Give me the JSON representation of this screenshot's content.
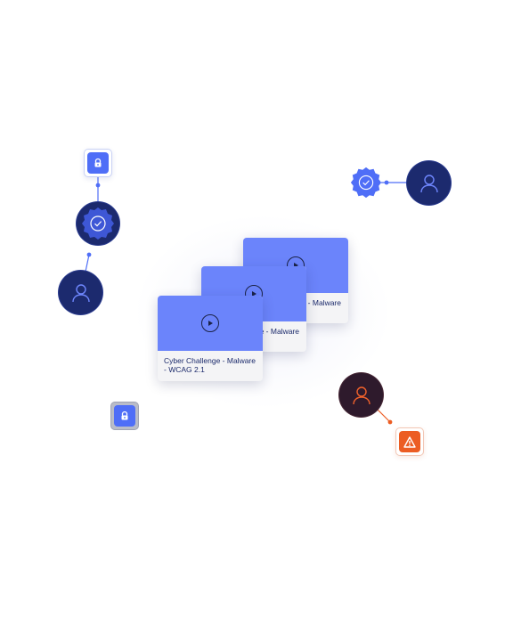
{
  "cards": [
    {
      "title": "Cyber Challenge - Malware - WCAG 2.1"
    },
    {
      "title": "Cyber Challenge - Malware - WCAG 2.1"
    },
    {
      "title": "Cyber Challenge - Malware - WCAG 2.1"
    }
  ],
  "icons": {
    "lock": "lock-icon",
    "badge": "verified-badge-icon",
    "user": "user-icon",
    "warning": "warning-icon",
    "play": "play-icon"
  },
  "colors": {
    "accent": "#4f6ef7",
    "card_video": "#6b84fb",
    "navy": "#1c2a6e",
    "warning": "#ec5d23"
  }
}
